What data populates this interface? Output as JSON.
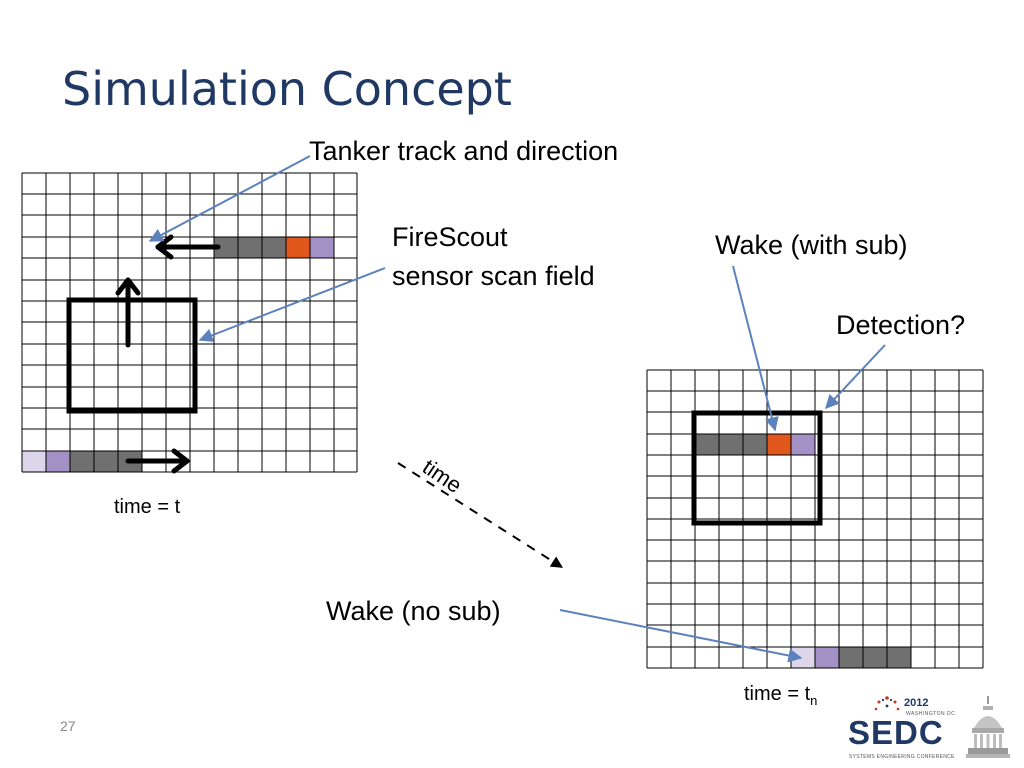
{
  "title": "Simulation Concept",
  "callouts": {
    "tanker": "Tanker track and direction",
    "firescout_line1": "FireScout",
    "firescout_line2": "sensor scan field",
    "wake_with_sub": "Wake (with sub)",
    "detection": "Detection?",
    "wake_no_sub": "Wake (no sub)"
  },
  "time_labels": {
    "left": "time = t",
    "right_base": "time = t",
    "right_subscript": "n",
    "arrow_word": "time"
  },
  "page_number": "27",
  "logo": {
    "year": "2012",
    "place": "WASHINGTON DC",
    "main": "SEDC",
    "subtitle": "SYSTEMS ENGINEERING CONFERENCE"
  },
  "colors": {
    "title": "#1f3864",
    "tanker_track": "#707070",
    "tanker_head": "#e0561b",
    "sub_wake": "#a391c6",
    "faded_wake": "#ddd6ea",
    "callout_arrow": "#5b82bd",
    "grid_line": "#000000"
  }
}
